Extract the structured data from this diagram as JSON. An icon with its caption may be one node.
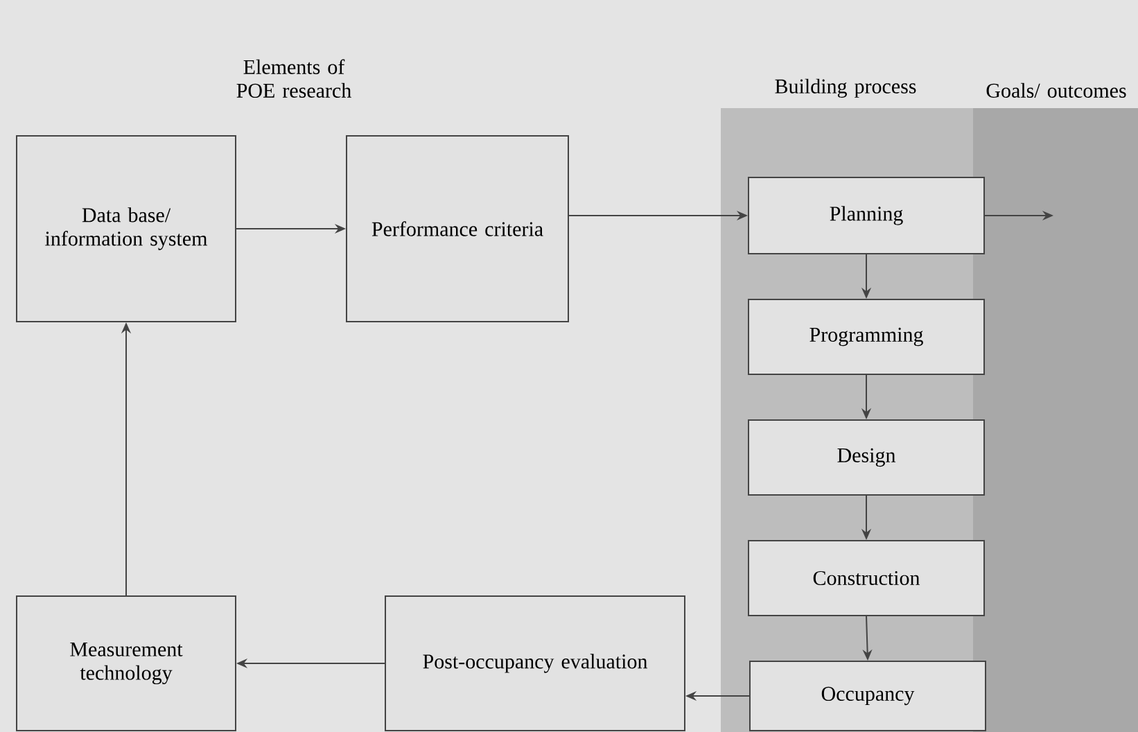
{
  "diagram": {
    "nodes": [
      {
        "text": [
          "Data base/ information system"
        ]
      },
      {
        "text": [
          "Performance criteria"
        ]
      },
      {
        "text": [
          "Planning"
        ]
      },
      {
        "text": [
          "Programming"
        ]
      },
      {
        "text": [
          "Design"
        ]
      },
      {
        "text": [
          "Construction"
        ]
      },
      {
        "text": [
          "Occupancy"
        ]
      },
      {
        "text": [
          "Post-occupancy evaluation"
        ]
      },
      {
        "text": [
          "Measurement technology"
        ]
      }
    ],
    "edges": [
      {
        "from": 0,
        "to": 1,
        "arrow": "to"
      },
      {
        "from": 1,
        "to": 2,
        "arrow": "to"
      },
      {
        "from": 2,
        "to": null,
        "arrow": "to"
      },
      {
        "from": 2,
        "to": 3,
        "arrow": "to"
      },
      {
        "from": 3,
        "to": 4,
        "arrow": "to"
      },
      {
        "from": 4,
        "to": 5,
        "arrow": "to"
      },
      {
        "from": 5,
        "to": 6,
        "arrow": "to"
      },
      {
        "from": 6,
        "to": 7,
        "arrow": "to"
      },
      {
        "from": 7,
        "to": 8,
        "arrow": "to"
      },
      {
        "from": 8,
        "to": 0,
        "arrow": "to"
      }
    ],
    "labels": [
      "Elements of POE research",
      "Building process",
      "Goals/ outcomes"
    ]
  }
}
